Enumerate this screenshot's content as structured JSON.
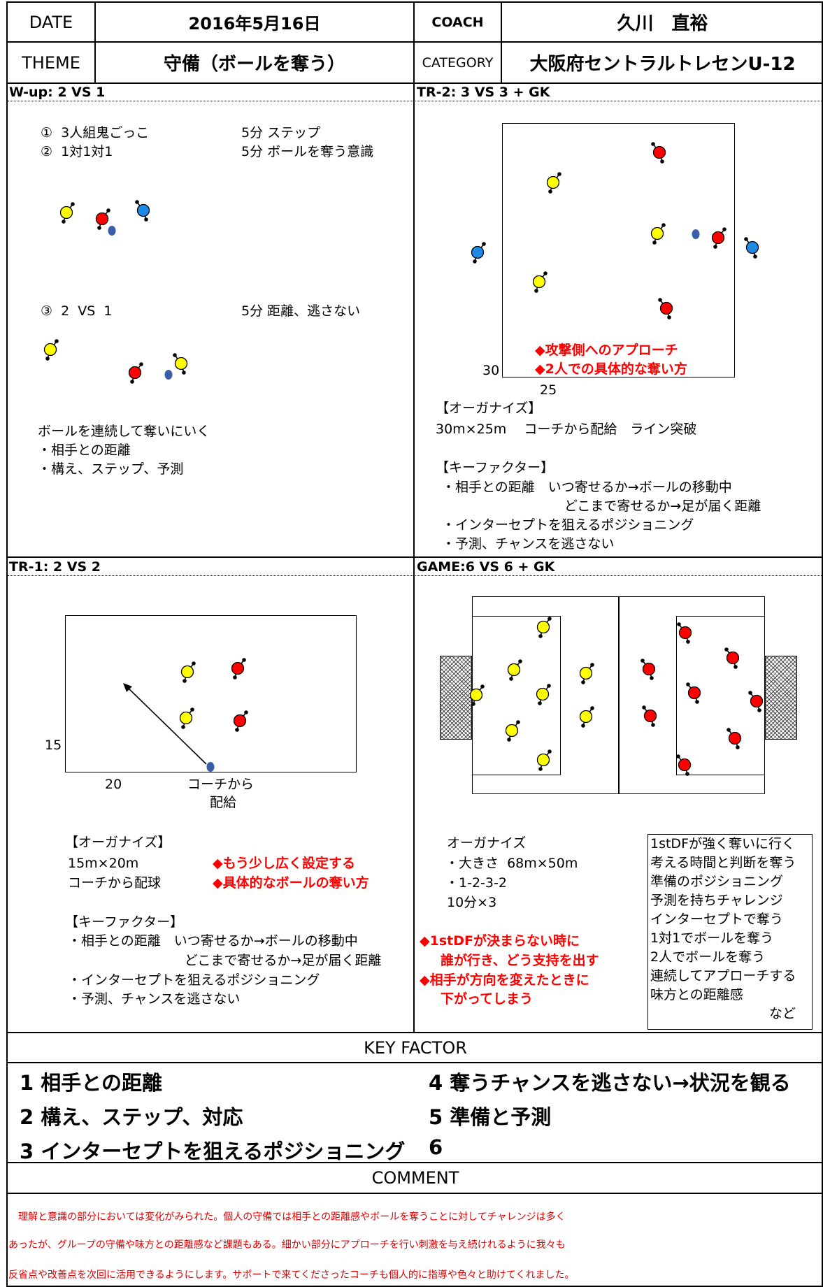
{
  "header": {
    "date_label": "DATE",
    "date_value": "2016年5月16日",
    "coach_label": "COACH",
    "coach_value": "久川　直裕",
    "theme_label": "THEME",
    "theme_value": "守備（ボールを奪う）",
    "category_label": "CATEGORY",
    "category_value": "大阪府セントラルトレセンU-12"
  },
  "wup": {
    "title": "W-up:  2  VS  1",
    "line1": "①  3人組鬼ごっこ",
    "line1_note": "5分 ステップ",
    "line2": "②  1対1対1",
    "line2_note": "5分 ボールを奪う意識",
    "line3": "③  2  VS  1",
    "line3_note": "5分 距離、逃さない",
    "notes": [
      "ボールを連続して奪いにいく",
      "・相手との距離",
      "・構え、ステップ、予測"
    ]
  },
  "tr2": {
    "title": "TR-2:  3  VS  3  +  GK",
    "points": [
      "◆攻撃側へのアプローチ",
      "◆2人での具体的な奪い方"
    ],
    "dim_h": "30",
    "dim_w": "25",
    "org_header": "【オーガナイズ】",
    "org_text": "30m×25m　 コーチから配給　ライン突破",
    "key_header": "【キーファクター】",
    "key_lines": [
      "・相手との距離　いつ寄せるか→ボールの移動中",
      "どこまで寄せるか→足が届く距離",
      "・インターセプトを狙えるポジショニング",
      "・予測、チャンスを逃さない"
    ]
  },
  "tr1": {
    "title": "TR-1:  2  VS  2",
    "dim_h": "15",
    "dim_w": "20",
    "coach_label": [
      "コーチから",
      "配給"
    ],
    "org_header": "【オーガナイズ】",
    "org_lines": [
      "15m×20m",
      "コーチから配球"
    ],
    "points": [
      "◆もう少し広く設定する",
      "◆具体的なボールの奪い方"
    ],
    "key_header": "【キーファクター】",
    "key_lines": [
      "・相手との距離　いつ寄せるか→ボールの移動中",
      "どこまで寄せるか→足が届く距離",
      "・インターセプトを狙えるポジショニング",
      "・予測、チャンスを逃さない"
    ]
  },
  "game": {
    "title": "GAME:6  VS  6 +  GK",
    "org_lines": [
      "オーガナイズ",
      "・大きさ  68m×50m",
      "・1-2-3-2",
      "10分×3"
    ],
    "points": [
      "◆1stDFが決まらない時に",
      "誰が行き、どう支持を出す",
      "◆相手が方向を変えたときに",
      "下がってしまう"
    ],
    "box_lines": [
      "1stDFが強く奪いに行く",
      "考える時間と判断を奪う",
      "準備のポジショニング",
      "予測を持ちチャレンジ",
      "インターセプトで奪う",
      "1対1でボールを奪う",
      "2人でボールを奪う",
      "連続してアプローチする",
      "味方との距離感",
      "など"
    ]
  },
  "key_factor": {
    "title": "KEY  FACTOR",
    "items": [
      "1 相手との距離",
      "2 構え、ステップ、対応",
      "3 インターセプトを狙えるポジショニング",
      "4 奪うチャンスを逃さない→状況を観る",
      "5 準備と予測",
      "6"
    ]
  },
  "comment": {
    "title": "COMMENT",
    "lines": [
      "理解と意識の部分においては変化がみられた。個人の守備では相手との距離感やボールを奪うことに対してチャレンジは多く",
      "あったが、グループの守備や味方との距離感など課題もある。細かい部分にアプローチを行い刺激を与え続けれるように我々も",
      "反省点や改善点を次回に活用できるようにします。サポートで来てくださったコーチも個人的に指導や色々と助けてくれました。"
    ]
  },
  "colors": {
    "yellow": "#ffff00",
    "red": "#ff0000",
    "blue": "#1e88e5",
    "ball": "#3a5ea8",
    "accent_red": "#ff0000"
  }
}
